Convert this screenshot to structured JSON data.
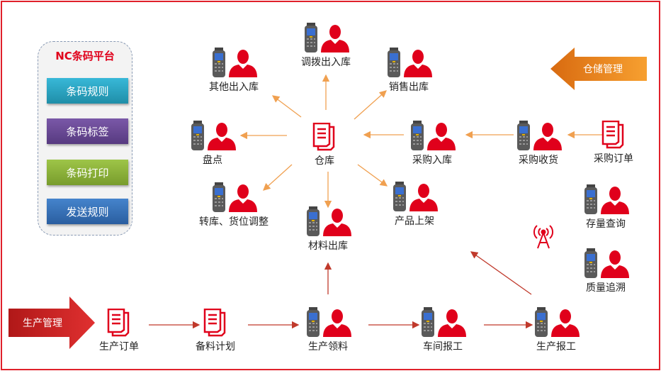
{
  "panel": {
    "title": "NC条码平台",
    "buttons": [
      {
        "label": "条码规则",
        "color": "#2aa9c9"
      },
      {
        "label": "条码标签",
        "color": "#6a4a96"
      },
      {
        "label": "条码打印",
        "color": "#8db33a"
      },
      {
        "label": "发送规则",
        "color": "#3570bb"
      }
    ]
  },
  "sections": {
    "warehouse": "仓储管理",
    "production": "生产管理"
  },
  "nodes": {
    "transfer": "调拨出入库",
    "other": "其他出入库",
    "sales": "销售出库",
    "count": "盘点",
    "warehouse": "仓库",
    "purchase_in": "采购入库",
    "purchase_receive": "采购收货",
    "purchase_order": "采购订单",
    "relocate": "转库、货位调整",
    "shelving": "产品上架",
    "material_out": "材料出库",
    "stock_query": "存量查询",
    "trace": "质量追溯",
    "prod_order": "生产订单",
    "prep_plan": "备料计划",
    "prod_pick": "生产领料",
    "workshop_report": "车间报工",
    "prod_report": "生产报工"
  },
  "colors": {
    "accent": "#e0001b",
    "orange_arrow": "#f0a050",
    "red_arrow": "#c0392b"
  }
}
